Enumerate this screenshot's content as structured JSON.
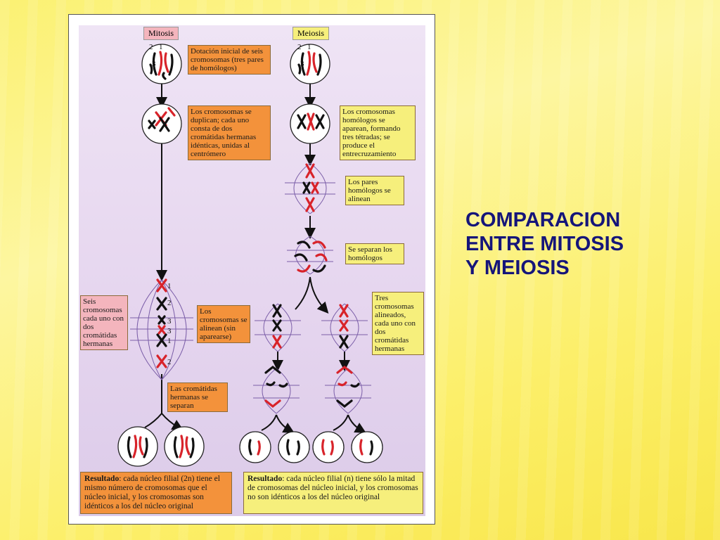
{
  "slide": {
    "title_lines": [
      "COMPARACION",
      "ENTRE MITOSIS",
      "Y MEIOSIS"
    ]
  },
  "figure": {
    "mitosis_header": "Mitosis",
    "meiosis_header": "Meiosis",
    "labels": {
      "dotacion": "Dotación inicial de seis cromosomas (tres pares de homólogos)",
      "duplican": "Los cromosomas se duplican; cada uno consta de dos cromátidas hermanas idénticas, unidas al centrómero",
      "aparean": "Los cromosomas homólogos se aparean, formando tres tétradas; se produce el entrecruzamiento",
      "pares_alinean": "Los pares homólogos se alinean",
      "separan_homologos": "Se separan los homólogos",
      "seis_cromosomas": "Seis cromosomas cada uno con dos cromátidas hermanas",
      "alinean_sin_aparearse": "Los cromosomas se alinean (sin aparearse)",
      "tres_cromosomas": "Tres cromosomas alineados, cada uno con dos cromátidas hermanas",
      "cromatidas_separan": "Las cromátidas hermanas se separan"
    },
    "resultado_mitosis": {
      "bold": "Resultado",
      "text": ": cada núcleo filial (2n) tiene el mismo número de cromosomas que el núcleo inicial, y los cromosomas son idénticos a los del núcleo original"
    },
    "resultado_meiosis": {
      "bold": "Resultado",
      "text": ": cada núcleo filial (n) tiene sólo la mitad de cromosomas del núcleo inicial, y los cromosomas no son idénticos a los del núcleo original"
    },
    "chromosome_numbers": [
      "1",
      "2",
      "3"
    ],
    "colors": {
      "maternal": "#d8232a",
      "paternal": "#111111",
      "label_orange": "#f3923b",
      "label_yellow": "#f6ef7c",
      "label_pink": "#f4b5bd",
      "title": "#15157a"
    }
  }
}
